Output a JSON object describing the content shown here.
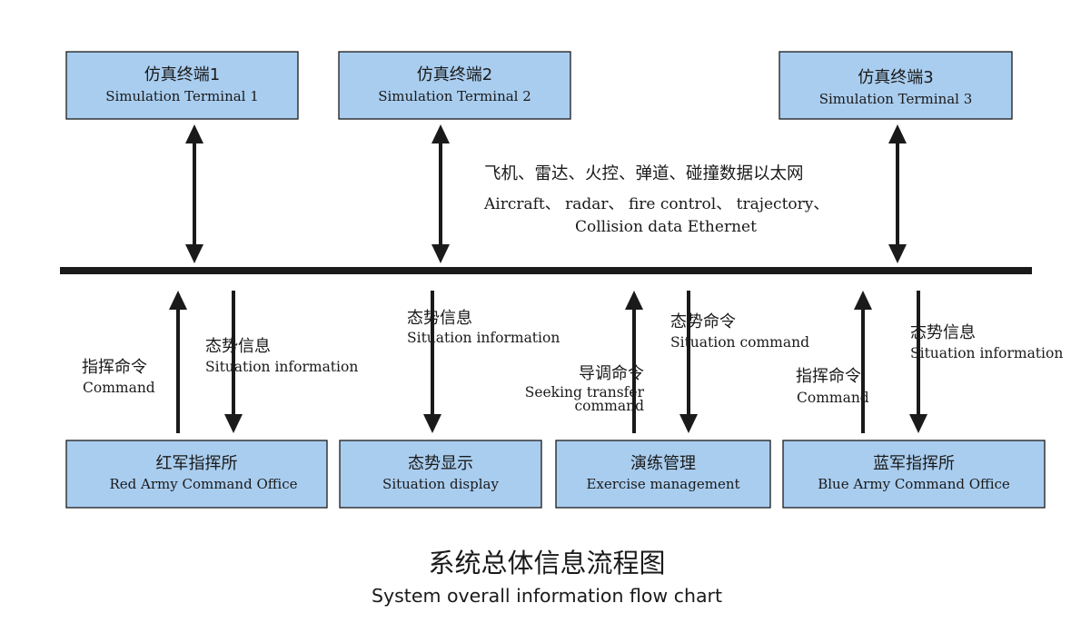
{
  "terminals": [
    {
      "zh": "仿真终端1",
      "en": "Simulation Terminal 1"
    },
    {
      "zh": "仿真终端2",
      "en": "Simulation Terminal 2"
    },
    {
      "zh": "仿真终端3",
      "en": "Simulation Terminal 3"
    }
  ],
  "network_note": {
    "zh": "飞机、雷达、火控、弹道、碰撞数据以太网",
    "en_line1": "Aircraft、 radar、 fire control、 trajectory、",
    "en_line2": "Collision data  Ethernet"
  },
  "units": [
    {
      "zh": "红军指挥所",
      "en": "Red Army Command Office"
    },
    {
      "zh": "态势显示",
      "en": "Situation display"
    },
    {
      "zh": "演练管理",
      "en": "Exercise management"
    },
    {
      "zh": "蓝军指挥所",
      "en": "Blue Army Command Office"
    }
  ],
  "flow_labels": {
    "red_command": {
      "zh": "指挥命令",
      "en": "Command"
    },
    "red_situation": {
      "zh": "态势信息",
      "en": "Situation information"
    },
    "display_situation": {
      "zh": "态势信息",
      "en": "Situation information"
    },
    "exercise_seeking": {
      "zh": "导调命令",
      "en_line1": "Seeking transfer",
      "en_line2": "command"
    },
    "exercise_situation": {
      "zh": "态势命令",
      "en": "Situation command"
    },
    "blue_command": {
      "zh": "指挥命令",
      "en": "Command"
    },
    "blue_situation": {
      "zh": "态势信息",
      "en": "Situation information"
    }
  },
  "title": {
    "zh": "系统总体信息流程图",
    "en": "System overall information flow chart"
  },
  "colors": {
    "box_fill": "#a9cdef",
    "line": "#1a1a1a",
    "background": "#ffffff"
  }
}
